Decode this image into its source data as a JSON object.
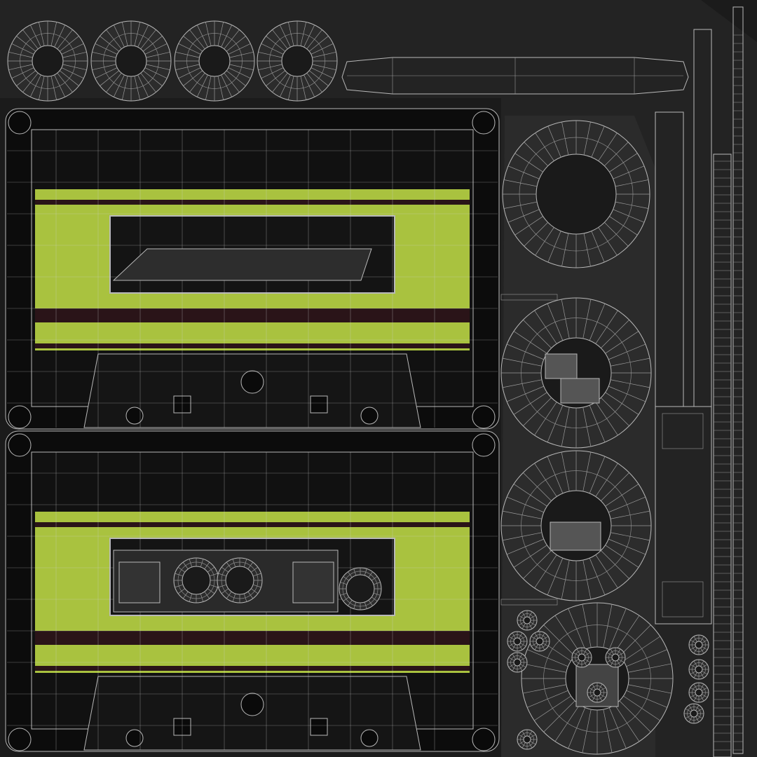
{
  "colors": {
    "background": "#1b1b1b",
    "island": "#2a2a2a",
    "shell_dark": "#0c0c0c",
    "label_green": "#a9c23f",
    "label_stripe": "#2a1418",
    "wireframe": "#b8b8b8",
    "reel_fill": "#2c2c2c",
    "reel_hub": "#1a1a1a"
  },
  "texture": {
    "subject": "cassette-tape",
    "cassette_shells": 2,
    "small_reels": 4,
    "large_reels": 4
  }
}
